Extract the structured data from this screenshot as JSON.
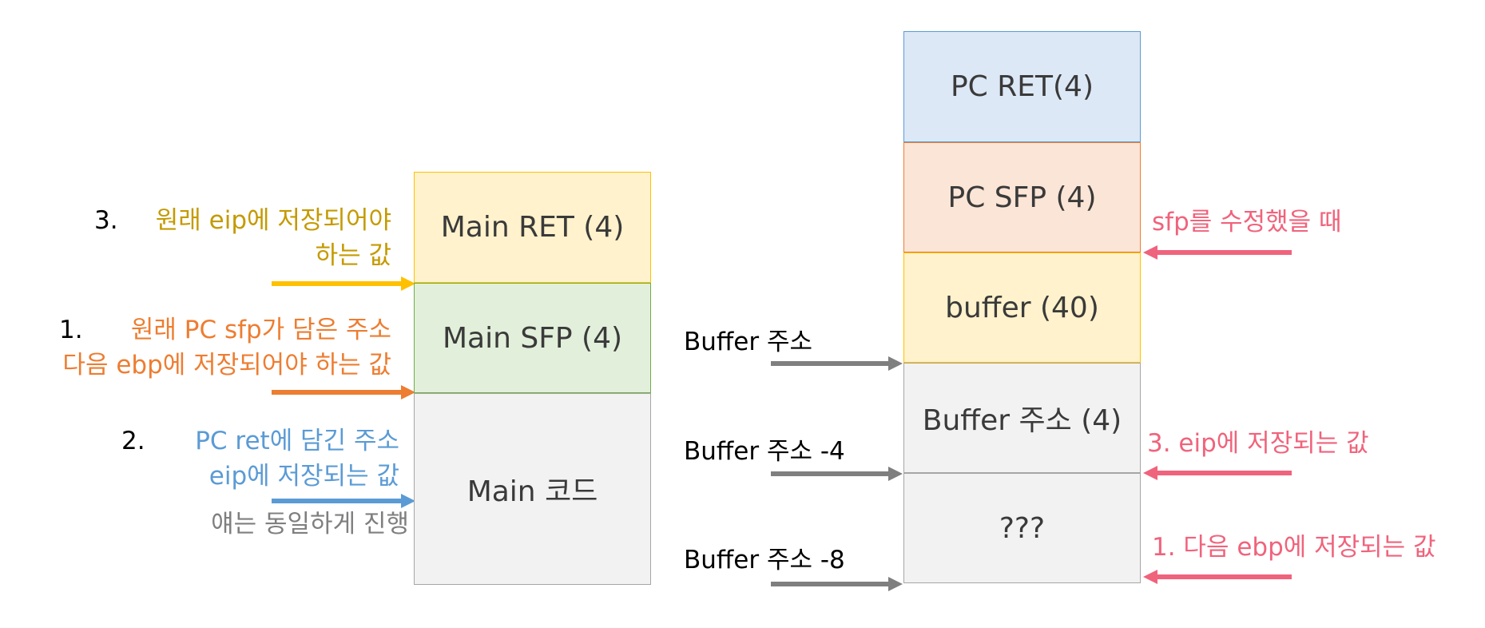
{
  "colors": {
    "gold": "#c49a00",
    "orange": "#ed7d31",
    "blue": "#5b9bd5",
    "gray_text": "#7f7f7f",
    "pink": "#f0637c",
    "arrow_gray": "#7f7f7f",
    "arrow_gold": "#ffc000"
  },
  "left_stack": {
    "main_ret": "Main RET (4)",
    "main_sfp": "Main SFP (4)",
    "main_code": "Main 코드"
  },
  "right_stack": {
    "pc_ret": "PC RET(4)",
    "pc_sfp": "PC SFP (4)",
    "buffer": "buffer (40)",
    "buffer_addr": "Buffer 주소 (4)",
    "unknown": "???"
  },
  "left_notes": {
    "note3_num": "3.",
    "note3_line1": "원래 eip에 저장되어야",
    "note3_line2": "하는 값",
    "note1_num": "1.",
    "note1_line1": "원래 PC sfp가 담은 주소",
    "note1_line2": "다음 ebp에 저장되어야 하는 값",
    "note2_num": "2.",
    "note2_line1": "PC ret에 담긴 주소",
    "note2_line2": "eip에 저장되는 값",
    "note_same": "얘는 동일하게 진행"
  },
  "buffer_labels": {
    "addr": "Buffer 주소",
    "addr_minus4": "Buffer 주소 -4",
    "addr_minus8": "Buffer 주소 -8"
  },
  "right_notes": {
    "sfp_modified": "sfp를 수정했을 때",
    "eip_stored": "3. eip에 저장되는 값",
    "ebp_next": "1. 다음 ebp에 저장되는 값"
  }
}
